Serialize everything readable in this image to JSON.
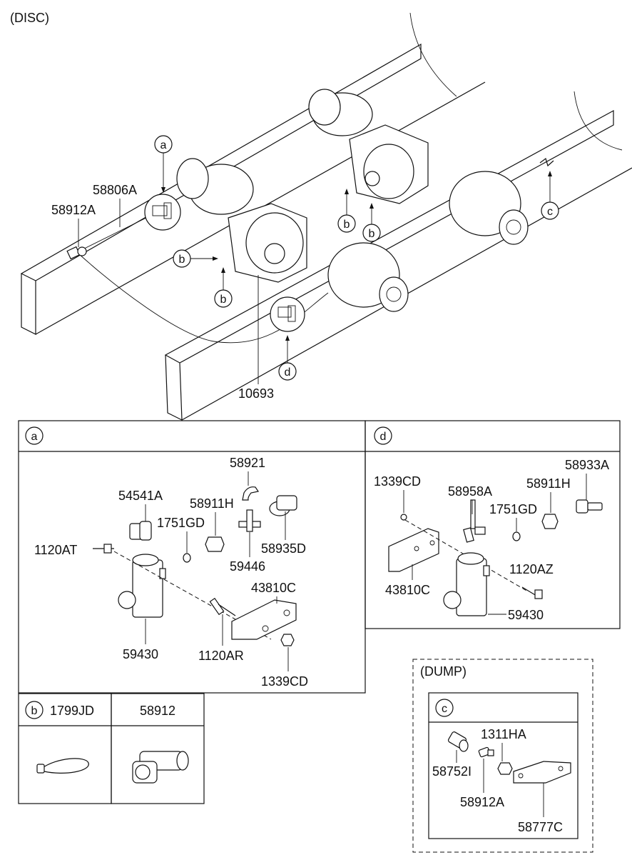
{
  "header": {
    "title": "(DISC)"
  },
  "overview": {
    "labels": {
      "clip": "58806A",
      "connector": "58912A",
      "valve": "10693"
    },
    "callouts": {
      "a": "a",
      "b": "b",
      "c": "c",
      "d": "d"
    }
  },
  "box_a": {
    "letter": "a",
    "parts": [
      "58921",
      "54541A",
      "58911H",
      "1751GD",
      "1120AT",
      "58935D",
      "59446",
      "43810C",
      "59430",
      "1120AR",
      "1339CD"
    ]
  },
  "box_d": {
    "letter": "d",
    "parts": [
      "1339CD",
      "58958A",
      "58911H",
      "58933A",
      "1751GD",
      "1120AZ",
      "43810C",
      "59430"
    ]
  },
  "box_b": {
    "letter": "b",
    "part": "1799JD"
  },
  "box_58912": {
    "part": "58912"
  },
  "dump": {
    "title": "(DUMP)",
    "letter": "c",
    "parts": [
      "1311HA",
      "58752I",
      "58912A",
      "58777C"
    ]
  }
}
